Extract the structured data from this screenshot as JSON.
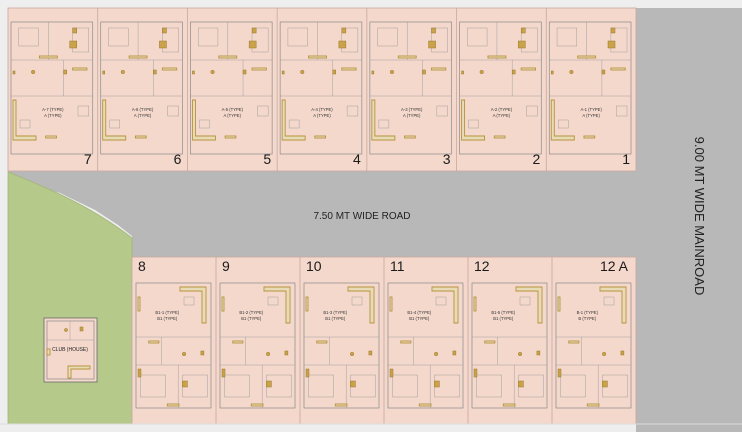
{
  "roads": {
    "internal": "7.50 MT WIDE ROAD",
    "main": "9.00 MT WIDE MAINROAD"
  },
  "top_row": {
    "plots": [
      {
        "number": "7",
        "label_1": "A-7 (TYPE)",
        "label_2": "A (TYPE)"
      },
      {
        "number": "6",
        "label_1": "A-6 (TYPE)",
        "label_2": "A (TYPE)"
      },
      {
        "number": "5",
        "label_1": "A-5 (TYPE)",
        "label_2": "A (TYPE)"
      },
      {
        "number": "4",
        "label_1": "A-4 (TYPE)",
        "label_2": "A (TYPE)"
      },
      {
        "number": "3",
        "label_1": "A-3 (TYPE)",
        "label_2": "A (TYPE)"
      },
      {
        "number": "2",
        "label_1": "A-2 (TYPE)",
        "label_2": "A (TYPE)"
      },
      {
        "number": "1",
        "label_1": "A-1 (TYPE)",
        "label_2": "A (TYPE)"
      }
    ]
  },
  "bottom_row": {
    "plots": [
      {
        "number": "8",
        "label_1": "B1-1 (TYPE)",
        "label_2": "B1 (TYPE)"
      },
      {
        "number": "9",
        "label_1": "B1-2 (TYPE)",
        "label_2": "B1 (TYPE)"
      },
      {
        "number": "10",
        "label_1": "B1-3 (TYPE)",
        "label_2": "B1 (TYPE)"
      },
      {
        "number": "11",
        "label_1": "B1-4 (TYPE)",
        "label_2": "B1 (TYPE)"
      },
      {
        "number": "12",
        "label_1": "B1-5 (TYPE)",
        "label_2": "B1 (TYPE)"
      },
      {
        "number": "12 A",
        "label_1": "B-1 (TYPE)",
        "label_2": "B (TYPE)"
      }
    ]
  },
  "club_house": {
    "label": "CLUB (HOUSE)"
  },
  "colors": {
    "background": "#eeeeee",
    "plot_fill": "#f4d8cc",
    "road": "#b8b8b8",
    "green": "#b5c98a",
    "plot_border": "#c9a89e",
    "furniture": "#b7923d"
  }
}
